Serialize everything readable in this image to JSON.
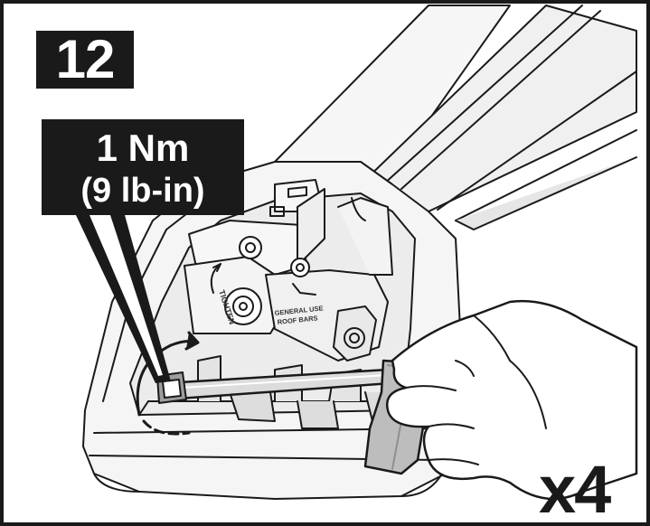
{
  "step": {
    "number": "12"
  },
  "torque": {
    "metric": "1 Nm",
    "imperial": "(9 lb-in)"
  },
  "quantity": "x4",
  "part_labels": {
    "direction": "TIGHTEN",
    "line1": "GENERAL USE",
    "line2": "ROOF BARS"
  },
  "colors": {
    "ink": "#1a1a1a",
    "part_fill": "#f2f2f2",
    "shadow": "#bdbdbd",
    "paper": "#ffffff"
  }
}
